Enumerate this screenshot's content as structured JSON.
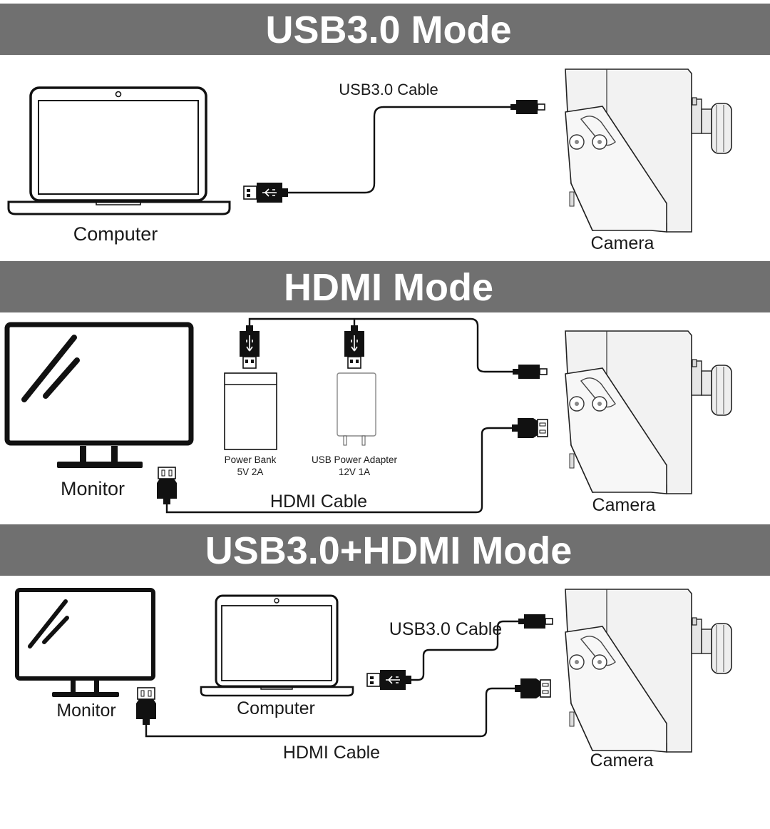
{
  "sections": [
    {
      "title": "USB3.0 Mode",
      "labels": {
        "computer": "Computer",
        "camera": "Camera",
        "usb_cable": "USB3.0 Cable"
      }
    },
    {
      "title": "HDMI Mode",
      "labels": {
        "monitor": "Monitor",
        "camera": "Camera",
        "hdmi_cable": "HDMI Cable",
        "power_bank": "Power Bank",
        "power_bank_spec": "5V 2A",
        "usb_adapter": "USB Power Adapter",
        "usb_adapter_spec": "12V 1A"
      }
    },
    {
      "title": "USB3.0+HDMI Mode",
      "labels": {
        "monitor": "Monitor",
        "computer": "Computer",
        "camera": "Camera",
        "usb_cable": "USB3.0 Cable",
        "hdmi_cable": "HDMI Cable"
      }
    }
  ],
  "colors": {
    "banner": "#707070",
    "banner_text": "#ffffff",
    "line": "#111111",
    "camera_body": "#f2f2f2"
  },
  "icons": [
    "laptop-icon",
    "monitor-icon",
    "camera-icon",
    "usb-plug-icon",
    "micro-usb-plug-icon",
    "hdmi-plug-icon",
    "power-bank-icon",
    "usb-power-adapter-icon"
  ]
}
